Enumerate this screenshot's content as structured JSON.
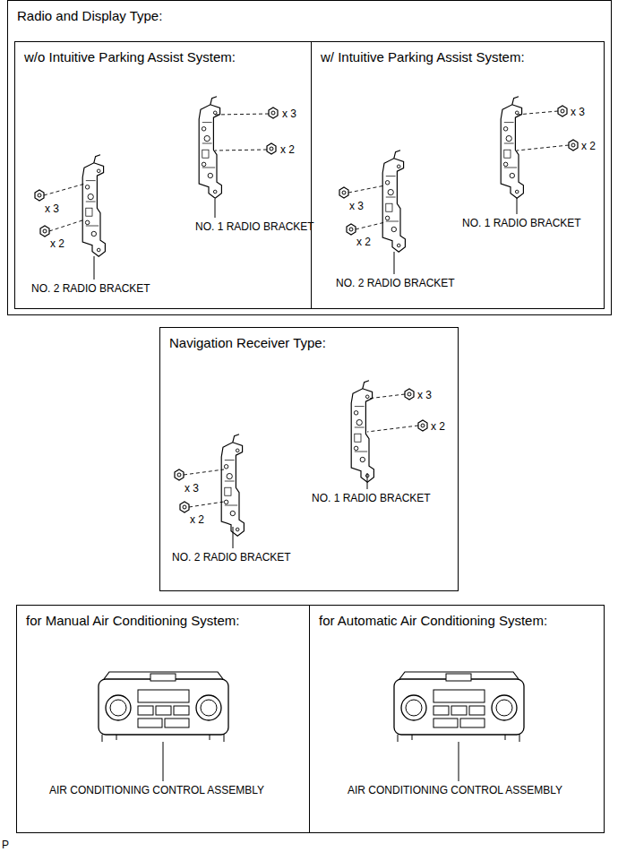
{
  "diagram": {
    "nodes": [
      {
        "text": [
          "Radio and Display Type:"
        ]
      },
      {
        "text": [
          "w/o Intuitive Parking Assist System:"
        ],
        "in": 0
      },
      {
        "text": [
          "w/ Intuitive Parking Assist System:"
        ],
        "in": 0
      },
      {
        "text": [
          "Navigation Receiver Type:"
        ]
      },
      {
        "text": [
          "for Manual Air Conditioning System:"
        ]
      },
      {
        "text": [
          "for Automatic Air Conditioning System:"
        ]
      }
    ],
    "labels": [
      "x 3",
      "x 2",
      "NO. 1 RADIO BRACKET",
      "x 3",
      "x 2",
      "NO. 2 RADIO BRACKET",
      "x 3",
      "x 2",
      "NO. 1 RADIO BRACKET",
      "x 3",
      "x 2",
      "NO. 2 RADIO BRACKET",
      "x 3",
      "x 2",
      "NO. 1 RADIO BRACKET",
      "x 3",
      "x 2",
      "NO. 2 RADIO BRACKET",
      "AIR CONDITIONING CONTROL ASSEMBLY",
      "AIR CONDITIONING CONTROL ASSEMBLY",
      "P"
    ]
  }
}
